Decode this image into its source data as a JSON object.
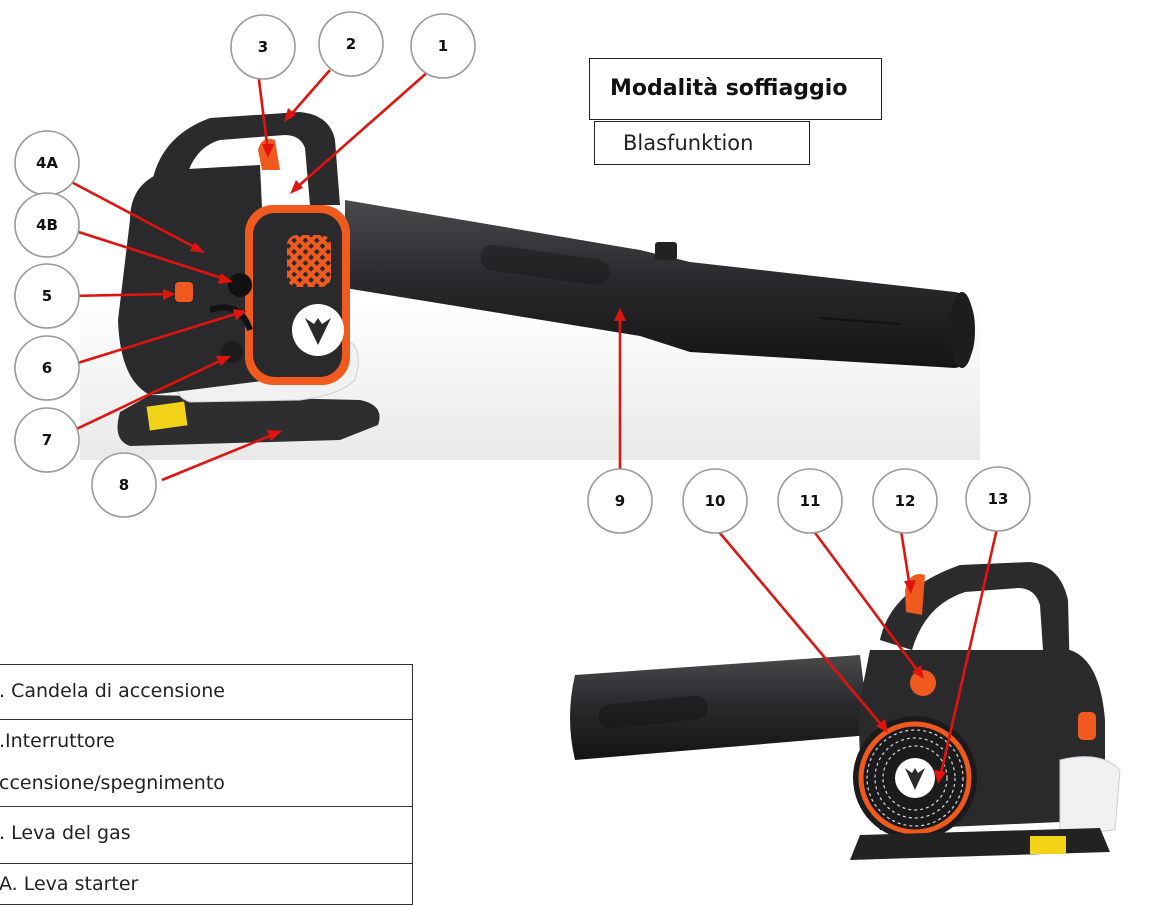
{
  "title": "Modalità soffiaggio",
  "subtitle": "Blasfunktion",
  "callouts": [
    "1",
    "2",
    "3",
    "4A",
    "4B",
    "5",
    "6",
    "7",
    "8",
    "9",
    "10",
    "11",
    "12",
    "13"
  ],
  "legend": [
    {
      "text": ". Candela di accensione"
    },
    {
      "line1": ".Interruttore",
      "line2": "ccensione/spegnimento"
    },
    {
      "text": ". Leva del gas"
    },
    {
      "text": "A. Leva starter"
    }
  ],
  "colors": {
    "leader_line": "#e0140f",
    "body_dark": "#2a2a2c",
    "accent_orange": "#f05a1e",
    "housing_white": "#f1f1f1"
  }
}
